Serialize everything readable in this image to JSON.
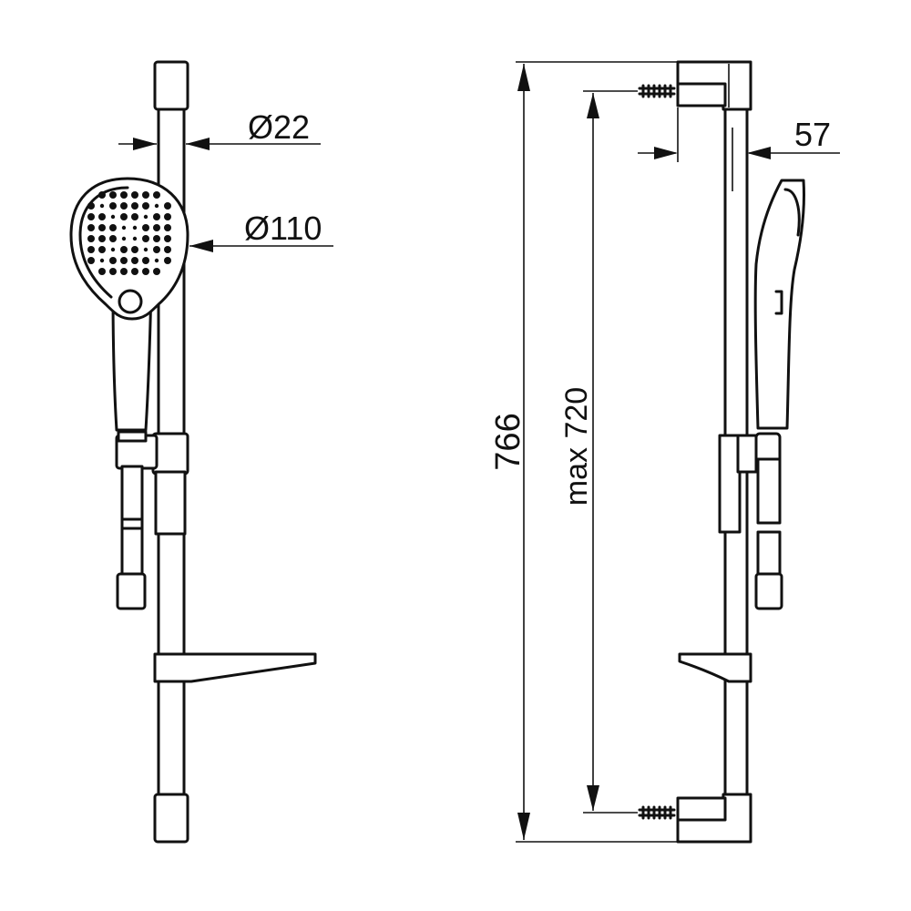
{
  "dimensions": {
    "rail_diameter": "Ø22",
    "head_diameter": "Ø110",
    "wall_projection": "57",
    "overall_height": "766",
    "fixing_distance": "max 720"
  },
  "colors": {
    "line": "#111111",
    "background": "#ffffff"
  }
}
